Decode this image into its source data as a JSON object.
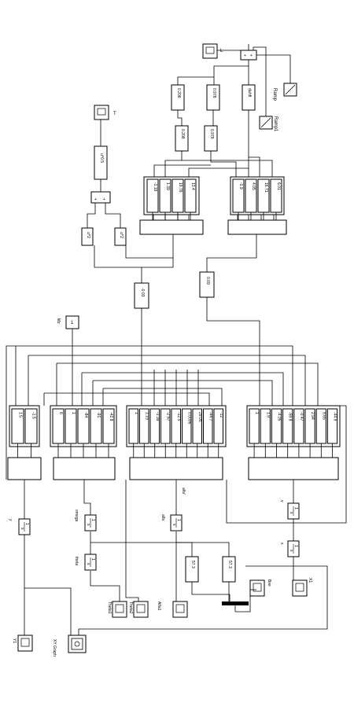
{
  "scopes": {
    "L": "L",
    "T": "T",
    "Y1": "Y1",
    "X1": "X1",
    "Theta1": "Theta1",
    "Theta2": "Theta2",
    "Alfa1": "Alfa1",
    "Bxe": "Bxe",
    "xy_graph": "XY Graph"
  },
  "sources": {
    "ramp": "Ramp",
    "ramp1": "Ramp1",
    "mz_value": "1",
    "mz_label": "Mz"
  },
  "top_gains": {
    "g1": "0.208",
    "g2": "0.978",
    "dudt": "du/dt",
    "g3": "0.208",
    "g4": "0.978"
  },
  "pow_blocks": {
    "sqrt": "u^0.5",
    "sq1": "u^2",
    "sq2": "u^2"
  },
  "left_gain_bank": [
    "-1.19",
    "1.39",
    "19.76",
    "13.4"
  ],
  "right_gain_bank": [
    "-1.9",
    "4.05",
    "16.71",
    "6.01"
  ],
  "mid_gains": {
    "g_a": "-0.03",
    "g_b": "0.09"
  },
  "bank_y": [
    "1.5",
    "-1.5"
  ],
  "bank_omega": [
    "6",
    "1",
    "-84",
    "-91",
    "-42.8"
  ],
  "bank_alfa": [
    "1",
    "1.19",
    "-1.39",
    "-2.67",
    "-12.5",
    "0.0006",
    "29.05",
    "-44.7",
    "-12"
  ],
  "bank_v": [
    "1",
    "1.9",
    "-4.05",
    "-59.8",
    "-0.47",
    "2.94",
    "8.65",
    "-44.9"
  ],
  "integrator": {
    "num": "1",
    "den": "s"
  },
  "state_labels": {
    "y": "y",
    "omega": "omega",
    "theta": "theta",
    "alfa": "alfa",
    "alfa_dot": "alfa'",
    "v": "v",
    "x": "x"
  },
  "rad2deg": {
    "a": "57.3",
    "b": "57.3"
  },
  "sum_sign": "+"
}
